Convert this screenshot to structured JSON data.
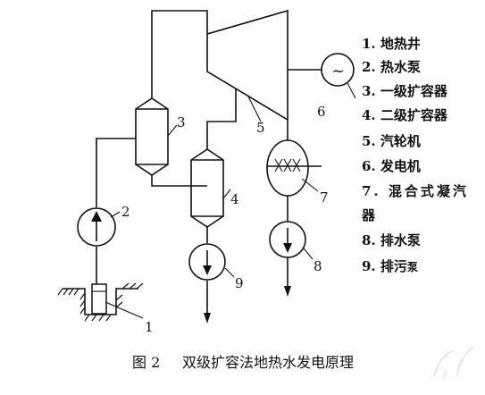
{
  "labels": {
    "n1": "1",
    "n2": "2",
    "n3": "3",
    "n4": "4",
    "n5": "5",
    "n6": "6",
    "n7": "7",
    "n8": "8",
    "n9": "9"
  },
  "generator_symbol": "~",
  "legend": {
    "item1": "1. 地热井",
    "item2": "2. 热水泵",
    "item3": "3. 一级扩容器",
    "item4": "4. 二级扩容器",
    "item5": "5. 汽轮机",
    "item6": "6. 发电机",
    "item7_line1": "7. 混合式凝汽",
    "item7_line2": "器",
    "item8": "8. 排水泵",
    "item9_main": "9. 排污",
    "item9_small": "泵"
  },
  "caption": {
    "figure_no": "图 2",
    "title": "双级扩容法地热水发电原理"
  }
}
